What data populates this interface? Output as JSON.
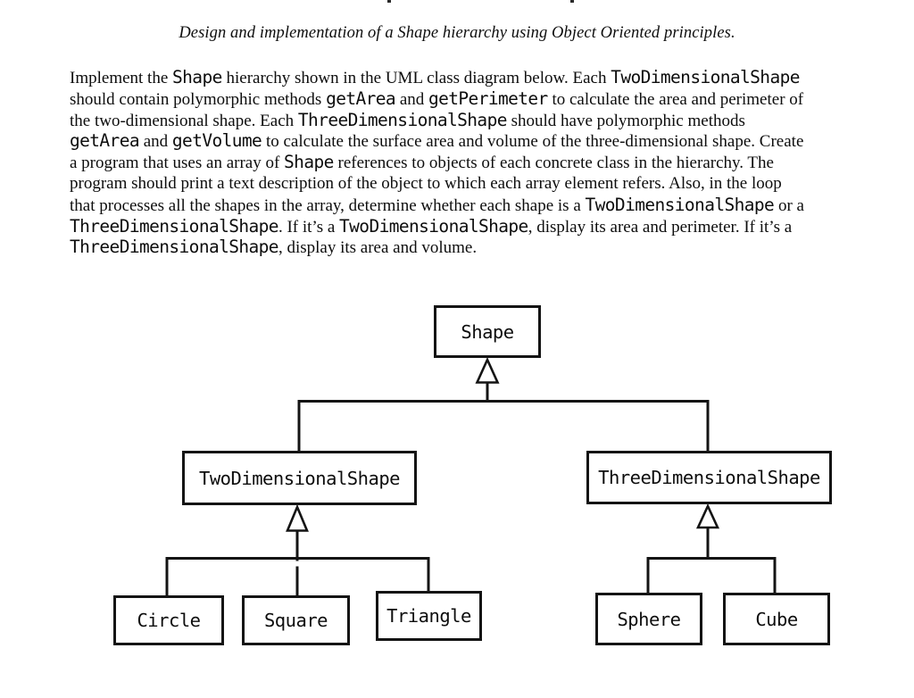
{
  "page": {
    "title": "Design and implementation of a Shape hierarchy using Object Oriented principles."
  },
  "problem_statement": {
    "lines": [
      [
        {
          "text": "Implement the "
        },
        {
          "code": "Shape"
        },
        {
          "text": " hierarchy shown in the UML class diagram below. Each "
        },
        {
          "code": "TwoDimensionalShape"
        }
      ],
      [
        {
          "text": "should contain polymorphic methods "
        },
        {
          "code": "getArea"
        },
        {
          "text": " and "
        },
        {
          "code": "getPerimeter"
        },
        {
          "text": " to calculate the area and perimeter of"
        }
      ],
      [
        {
          "text": "the two-dimensional shape. Each "
        },
        {
          "code": "ThreeDimensionalShape"
        },
        {
          "text": " should have polymorphic methods"
        }
      ],
      [
        {
          "code": "getArea"
        },
        {
          "text": " and "
        },
        {
          "code": "getVolume"
        },
        {
          "text": " to calculate the surface area and volume of the three-dimensional shape. Create"
        }
      ],
      [
        {
          "text": "a program that uses an array of "
        },
        {
          "code": "Shape"
        },
        {
          "text": " references to objects of each concrete class in the hierarchy. The"
        }
      ],
      [
        {
          "text": "program should print a text description of the object to which each array element refers. Also, in the loop"
        }
      ],
      [
        {
          "text": "that processes all the shapes in the array, determine whether each shape is a "
        },
        {
          "code": "TwoDimensionalShape"
        },
        {
          "text": " or a"
        }
      ],
      [
        {
          "code": "ThreeDimensionalShape"
        },
        {
          "text": ". If it’s a "
        },
        {
          "code": "TwoDimensionalShape"
        },
        {
          "text": ", display its area and perimeter. If it’s a"
        }
      ],
      [
        {
          "code": "ThreeDimensionalShape"
        },
        {
          "text": ", display its area and volume."
        }
      ]
    ]
  },
  "diagram": {
    "type": "uml-class-hierarchy",
    "classes": {
      "shape": "Shape",
      "two_dimensional": "TwoDimensionalShape",
      "three_dimensional": "ThreeDimensionalShape",
      "circle": "Circle",
      "square": "Square",
      "triangle": "Triangle",
      "sphere": "Sphere",
      "cube": "Cube"
    },
    "relationships": [
      {
        "parent": "Shape",
        "children": [
          "TwoDimensionalShape",
          "ThreeDimensionalShape"
        ],
        "kind": "inheritance"
      },
      {
        "parent": "TwoDimensionalShape",
        "children": [
          "Circle",
          "Square",
          "Triangle"
        ],
        "kind": "inheritance"
      },
      {
        "parent": "ThreeDimensionalShape",
        "children": [
          "Sphere",
          "Cube"
        ],
        "kind": "inheritance"
      }
    ],
    "colors": {
      "line": "#141414",
      "box_border": "#141414",
      "box_fill": "#ffffff",
      "text": "#0d0d0d"
    }
  }
}
